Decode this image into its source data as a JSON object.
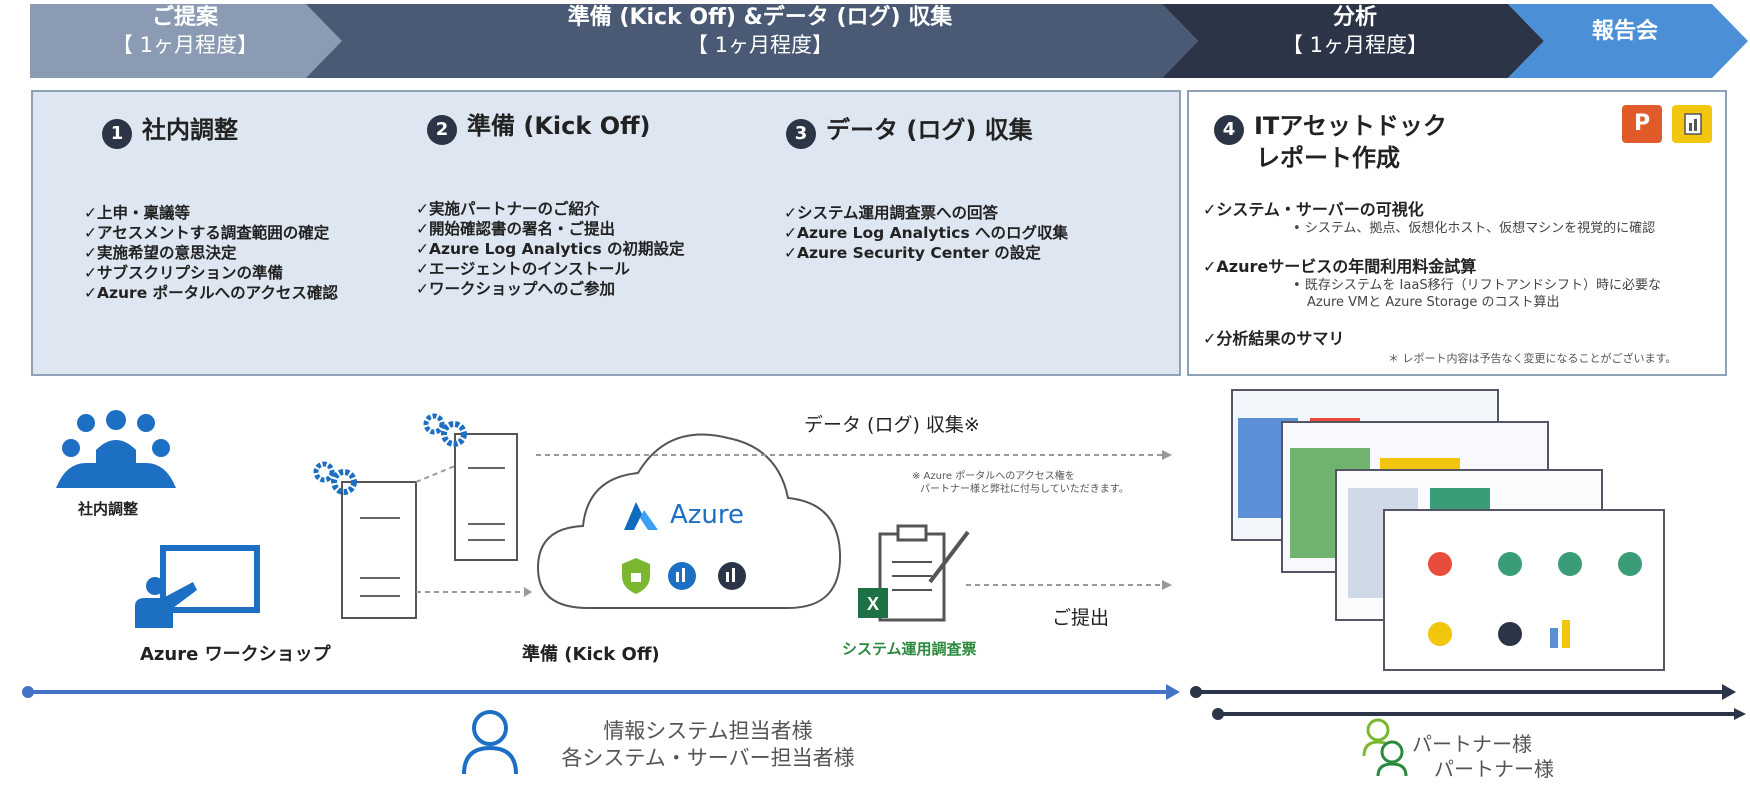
{
  "phases": [
    {
      "title": "ご提案",
      "duration": "【 1ヶ月程度】"
    },
    {
      "title": "準備 (Kick Off) &データ (ログ) 収集",
      "duration": "【 1ヶ月程度】"
    },
    {
      "title": "分析",
      "duration": "【 1ヶ月程度】"
    },
    {
      "title": "報告会",
      "duration": ""
    }
  ],
  "steps": [
    {
      "num": "1",
      "title": "社内調整",
      "items": [
        "上申・稟議等",
        "アセスメントする調査範囲の確定",
        "実施希望の意思決定",
        "サブスクリプションの準備",
        "Azure ポータルへのアクセス確認"
      ]
    },
    {
      "num": "2",
      "title": "準備 (Kick Off)",
      "items": [
        "実施パートナーのご紹介",
        "開始確認書の署名・ご提出",
        "Azure Log Analytics の初期設定",
        "エージェントのインストール",
        "ワークショップへのご参加"
      ]
    },
    {
      "num": "3",
      "title": "データ (ログ) 収集",
      "items": [
        "システム運用調査票への回答",
        "Azure Log Analytics へのログ収集",
        "Azure Security Center の設定"
      ]
    }
  ],
  "report": {
    "num": "4",
    "title_line1": "ITアセットドック",
    "title_line2": "レポート作成",
    "sections": [
      {
        "heading": "システム・サーバーの可視化",
        "sub": [
          "システム、拠点、仮想化ホスト、仮想マシンを視覚的に確認"
        ]
      },
      {
        "heading": "Azureサービスの年間利用料金試算",
        "sub": [
          "既存システムを IaaS移行（リフトアンドシフト）時に必要な",
          "Azure VMと Azure Storage のコスト算出"
        ]
      },
      {
        "heading": "分析結果のサマリ",
        "sub": []
      }
    ],
    "note": "＊ レポート内容は予告なく変更になることがございます。"
  },
  "diagram": {
    "internal_label": "社内調整",
    "workshop_label": "Azure ワークショップ",
    "kickoff_label": "準備 (Kick Off)",
    "azure_label": "Azure",
    "collect_label": "データ (ログ) 収集※",
    "collect_note_1": "※ Azure ポータルへのアクセス権を",
    "collect_note_2": "パートナー様と弊社に付与していただきます。",
    "survey_label": "システム運用調査票",
    "submit_label": "ご提出"
  },
  "roles": {
    "customer_1": "情報システム担当者様",
    "customer_2": "各システム・サーバー担当者様",
    "partner_1": "パートナー様",
    "partner_2": "パートナー様"
  },
  "colors": {
    "phase1": "#8a9bb3",
    "phase2": "#4a5a74",
    "phase3": "#2c3547",
    "phase4": "#4b90d6",
    "panel_bg": "#dde6f1",
    "accent_blue": "#1d6fc4",
    "survey_green": "#2b8a3e"
  }
}
